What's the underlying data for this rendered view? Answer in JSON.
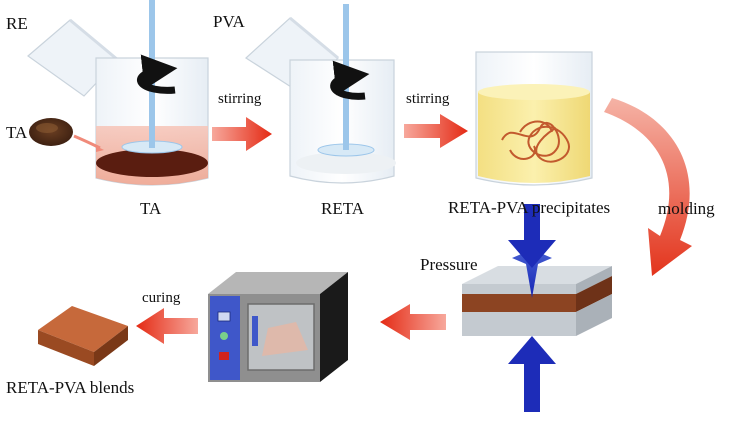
{
  "labels": {
    "re": "RE",
    "pva": "PVA",
    "ta_side": "TA",
    "stirring_1": "stirring",
    "stirring_2": "stirring",
    "ta": "TA",
    "reta": "RETA",
    "reta_pva_precipitates": "RETA-PVA precipitates",
    "molding": "molding",
    "pressure": "Pressure",
    "curing": "curing",
    "reta_pva_blends": "RETA-PVA blends"
  },
  "colors": {
    "process_arrow": "#e8331f",
    "pressure_arrow": "#1d2cb8",
    "stirrer": "#9cc6ea",
    "rotation_arrow": "#111111",
    "ta_solution": "#f2b6a8",
    "ta_sediment": "#5a1d10",
    "reta_pva_liquid": "#f7ea9c",
    "precipitate": "#c25a2e",
    "mold_plate": "#b9bec4",
    "mold_core": "#8c4422",
    "oven_body": "#555555",
    "oven_panel": "#3f57c9",
    "blend_block": "#b85a2c"
  },
  "icons": {
    "rotation": "rotation-arrow-icon",
    "oven": "curing-oven-icon",
    "mold": "mold-press-icon",
    "beaker": "beaker-icon"
  }
}
